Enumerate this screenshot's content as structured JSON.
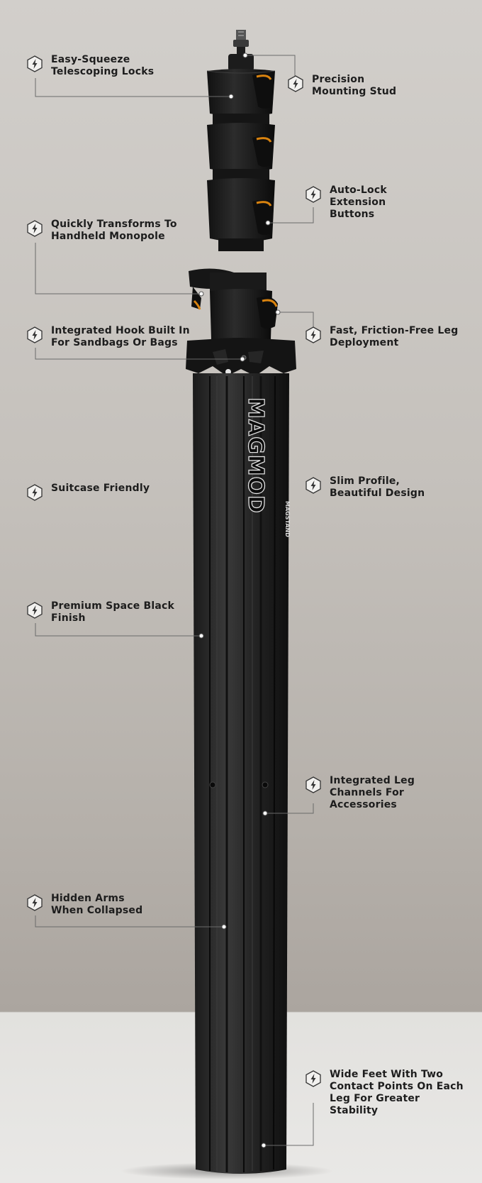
{
  "product": {
    "brand": "MAGMOD",
    "model": "MAGSTAND"
  },
  "features": [
    {
      "id": "locks",
      "label": "Easy-Squeeze\nTelescoping Locks",
      "side": "left"
    },
    {
      "id": "stud",
      "label": "Precision\nMounting Stud",
      "side": "right"
    },
    {
      "id": "buttons",
      "label": "Auto-Lock\nExtension\nButtons",
      "side": "right"
    },
    {
      "id": "monopole",
      "label": "Quickly Transforms To\nHandheld Monopole",
      "side": "left"
    },
    {
      "id": "hook",
      "label": "Integrated Hook Built In\nFor Sandbags Or Bags",
      "side": "left"
    },
    {
      "id": "legs",
      "label": "Fast, Friction-Free Leg\nDeployment",
      "side": "right"
    },
    {
      "id": "suitcase",
      "label": "Suitcase Friendly",
      "side": "left"
    },
    {
      "id": "profile",
      "label": "Slim Profile,\nBeautiful Design",
      "side": "right"
    },
    {
      "id": "finish",
      "label": "Premium Space Black\nFinish",
      "side": "left"
    },
    {
      "id": "channels",
      "label": "Integrated Leg\nChannels For\nAccessories",
      "side": "right"
    },
    {
      "id": "arms",
      "label": "Hidden Arms\nWhen Collapsed",
      "side": "left"
    },
    {
      "id": "feet",
      "label": "Wide Feet With Two\nContact Points On Each\nLeg For Greater\nStability",
      "side": "right"
    }
  ],
  "colors": {
    "accent": "#d9830f",
    "stand": "#222222",
    "text": "#1d1d1d",
    "line": "#5a5a5a"
  },
  "icon": "lightning-hexagon-icon"
}
